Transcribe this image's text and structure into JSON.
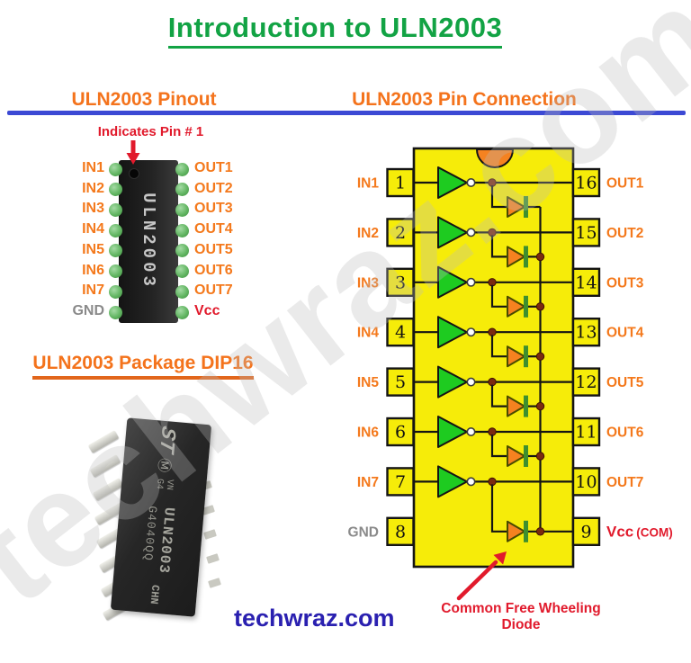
{
  "title": "Introduction to ULN2003",
  "watermark": "techwraz.com",
  "credit": "techwraz.com",
  "colors": {
    "title_green": "#12a344",
    "heading_orange": "#f4731c",
    "label_orange": "#f4791c",
    "divider_blue": "#3c49d4",
    "red": "#e11a2c",
    "navy": "#2a20b0",
    "body_yellow": "#f6ec09",
    "gate_green": "#1ecb20",
    "diode_orange": "#f58220",
    "diode_cathode_green": "#3e8f2e",
    "junction_brown": "#7b2a10",
    "gnd_gray": "#8a8a8a",
    "outline_black": "#141414"
  },
  "pinout": {
    "heading": "ULN2003 Pinout",
    "pin1_note": "Indicates Pin # 1",
    "chip_text": "ULN2003",
    "left_labels": [
      "IN1",
      "IN2",
      "IN3",
      "IN4",
      "IN5",
      "IN6",
      "IN7",
      "GND"
    ],
    "right_labels": [
      "OUT1",
      "OUT2",
      "OUT3",
      "OUT4",
      "OUT5",
      "OUT6",
      "OUT7",
      "Vcc"
    ]
  },
  "connection": {
    "heading": "ULN2003 Pin Connection",
    "left_pins": [
      {
        "num": "1",
        "label": "IN1"
      },
      {
        "num": "2",
        "label": "IN2"
      },
      {
        "num": "3",
        "label": "IN3"
      },
      {
        "num": "4",
        "label": "IN4"
      },
      {
        "num": "5",
        "label": "IN5"
      },
      {
        "num": "6",
        "label": "IN6"
      },
      {
        "num": "7",
        "label": "IN7"
      },
      {
        "num": "8",
        "label": "GND"
      }
    ],
    "right_pins": [
      {
        "num": "16",
        "label": "OUT1"
      },
      {
        "num": "15",
        "label": "OUT2"
      },
      {
        "num": "14",
        "label": "OUT3"
      },
      {
        "num": "13",
        "label": "OUT4"
      },
      {
        "num": "12",
        "label": "OUT5"
      },
      {
        "num": "11",
        "label": "OUT6"
      },
      {
        "num": "10",
        "label": "OUT7"
      },
      {
        "num": "9",
        "label": "Vcc",
        "label_suffix": "(COM)"
      }
    ],
    "diode_note": "Common Free Wheeling Diode"
  },
  "package": {
    "heading": "ULN2003 Package DIP16",
    "markings": {
      "logo": "ST",
      "logo2": "Ⓜ",
      "side": "VN G4",
      "part": "ULN2003",
      "lot": "G4040QQ",
      "country": "CHN"
    }
  }
}
